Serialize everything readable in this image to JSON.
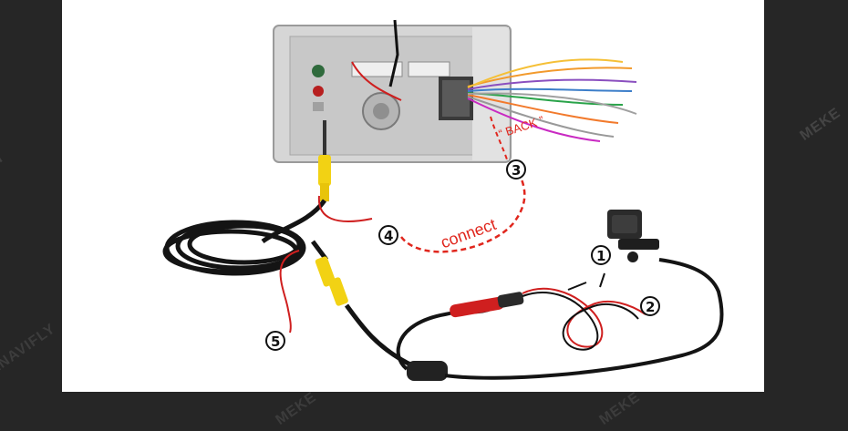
{
  "annotations": {
    "back_label": "“ BACK ”",
    "connect_label": "connect",
    "markers": [
      "①",
      "②",
      "③",
      "④",
      "⑤"
    ]
  },
  "watermarks": {
    "right_top": "MEKE",
    "left_top": "Y",
    "left_bottom": "&NAVIFLY",
    "bottom_center": "MEKE",
    "bottom_right": "MEKE"
  },
  "colors": {
    "background": "#262626",
    "photo_background": "#ffffff",
    "dash_line": "#e0261d",
    "rca_yellow": "#f2d214",
    "red_wire": "#cf1f1f",
    "black_cable": "#141414",
    "unit_panel": "#d4d4d4"
  }
}
